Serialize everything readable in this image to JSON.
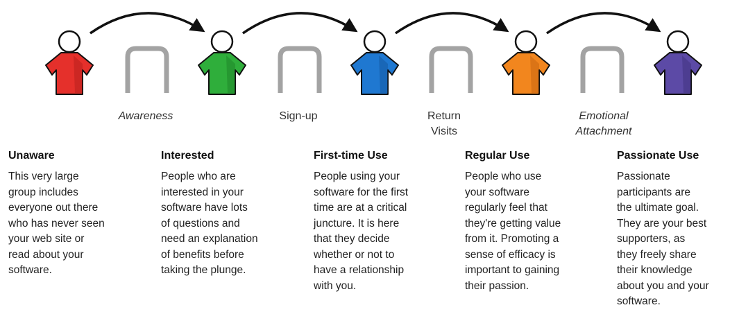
{
  "stages": [
    {
      "title": "Unaware",
      "desc": [
        "This very large",
        "group includes",
        "everyone out there",
        "who has never seen",
        "your web site or",
        "read about your",
        "software."
      ],
      "color": "#e5302b",
      "dark": "#9f1714"
    },
    {
      "title": "Interested",
      "desc": [
        "People who are",
        "interested in your",
        "software have lots",
        "of questions and",
        "need an explanation",
        "of benefits before",
        "taking the plunge."
      ],
      "color": "#2fae3b",
      "dark": "#17701f"
    },
    {
      "title": "First-time Use",
      "desc": [
        "People using your",
        "software for the first",
        "time are at a critical",
        "juncture. It is here",
        "that they decide",
        "whether or not to",
        "have a relationship",
        "with you."
      ],
      "color": "#1f78d1",
      "dark": "#0d4787"
    },
    {
      "title": "Regular Use",
      "desc": [
        "People who use",
        "your software",
        "regularly feel that",
        "they're getting value",
        "from it. Promoting a",
        "sense of efficacy is",
        "important to gaining",
        "their passion."
      ],
      "color": "#f2861e",
      "dark": "#b1520a"
    },
    {
      "title": "Passionate Use",
      "desc": [
        "Passionate",
        "participants are",
        "the ultimate goal.",
        "They are your best",
        "supporters, as",
        "they freely share",
        "their knowledge",
        "about you and your",
        "software."
      ],
      "color": "#5c4aa6",
      "dark": "#31246b"
    }
  ],
  "transitions": [
    {
      "label": [
        "Awareness"
      ],
      "italic": true
    },
    {
      "label": [
        "Sign-up"
      ],
      "italic": false
    },
    {
      "label": [
        "Return",
        "Visits"
      ],
      "italic": false
    },
    {
      "label": [
        "Emotional",
        "Attachment"
      ],
      "italic": true
    }
  ],
  "colors": {
    "hurdle": "#a3a3a3",
    "arrow": "#111111",
    "outline": "#111111"
  },
  "icons": {
    "person": "person-icon",
    "hurdle": "hurdle-icon",
    "arrow": "curved-arrow-icon"
  }
}
